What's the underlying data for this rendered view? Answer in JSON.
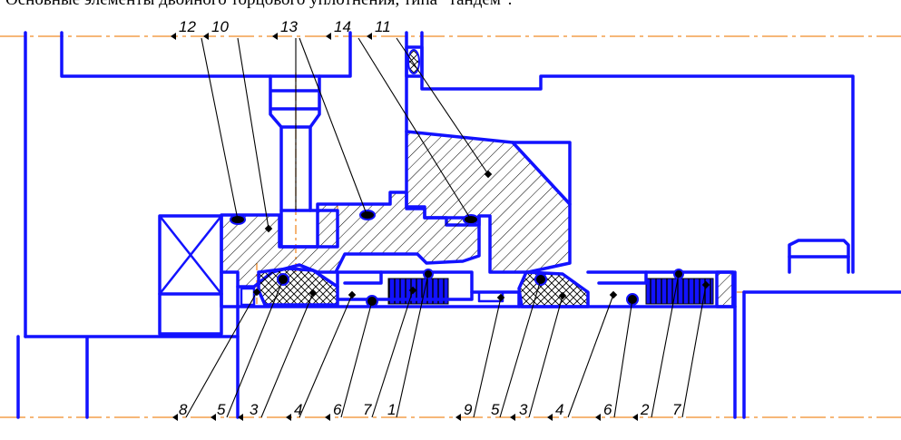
{
  "caption": "Основные элементы двойного торцового уплотнения, типа \"тандем\".",
  "colors": {
    "outline": "#1212ff",
    "axis": "#f08c28",
    "leader": "#000000",
    "hatch": "#000000"
  },
  "labels_top": [
    "12",
    "10",
    "13",
    "14",
    "11"
  ],
  "labels_bottom": [
    "8",
    "5",
    "3",
    "4",
    "6",
    "7",
    "1",
    "9",
    "5",
    "3",
    "4",
    "6",
    "2",
    "7"
  ]
}
